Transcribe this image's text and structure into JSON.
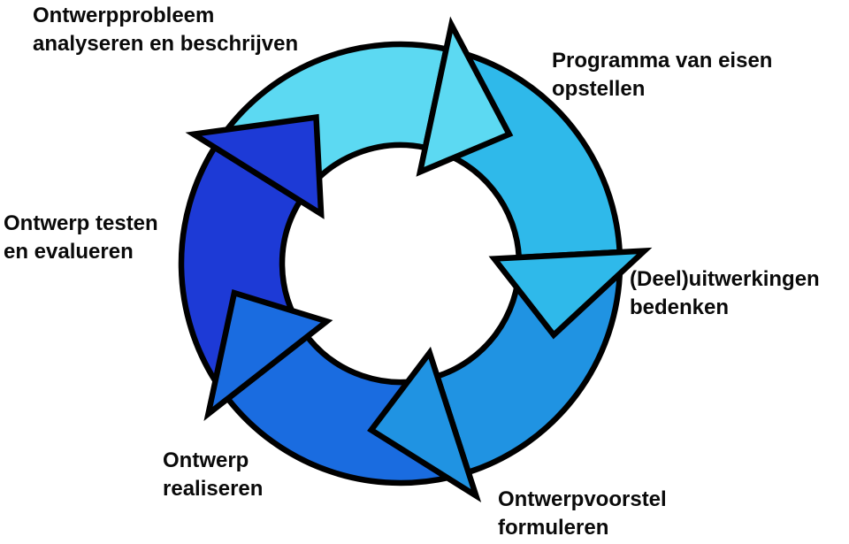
{
  "diagram": {
    "type": "cycle",
    "direction": "clockwise",
    "background": "#ffffff",
    "outline_color": "#000000",
    "steps": [
      {
        "id": "analyseren",
        "label_line1": "Ontwerpprobleem",
        "label_line2": "analyseren en beschrijven"
      },
      {
        "id": "programma",
        "label_line1": "Programma van eisen",
        "label_line2": "opstellen"
      },
      {
        "id": "uitwerkingen",
        "label_line1": "(Deel)uitwerkingen",
        "label_line2": "bedenken"
      },
      {
        "id": "voorstel",
        "label_line1": "Ontwerpvoorstel",
        "label_line2": "formuleren"
      },
      {
        "id": "realiseren",
        "label_line1": "Ontwerp",
        "label_line2": "realiseren"
      },
      {
        "id": "testen",
        "label_line1": "Ontwerp testen",
        "label_line2": "en evalueren"
      }
    ],
    "arrows": [
      {
        "name": "cycle-arrow-1",
        "color": "#5cd9f2"
      },
      {
        "name": "cycle-arrow-2",
        "color": "#2fb9ea"
      },
      {
        "name": "cycle-arrow-3",
        "color": "#2093e2"
      },
      {
        "name": "cycle-arrow-4",
        "color": "#1a6ce0"
      },
      {
        "name": "cycle-arrow-5",
        "color": "#1d3ad6"
      }
    ]
  }
}
